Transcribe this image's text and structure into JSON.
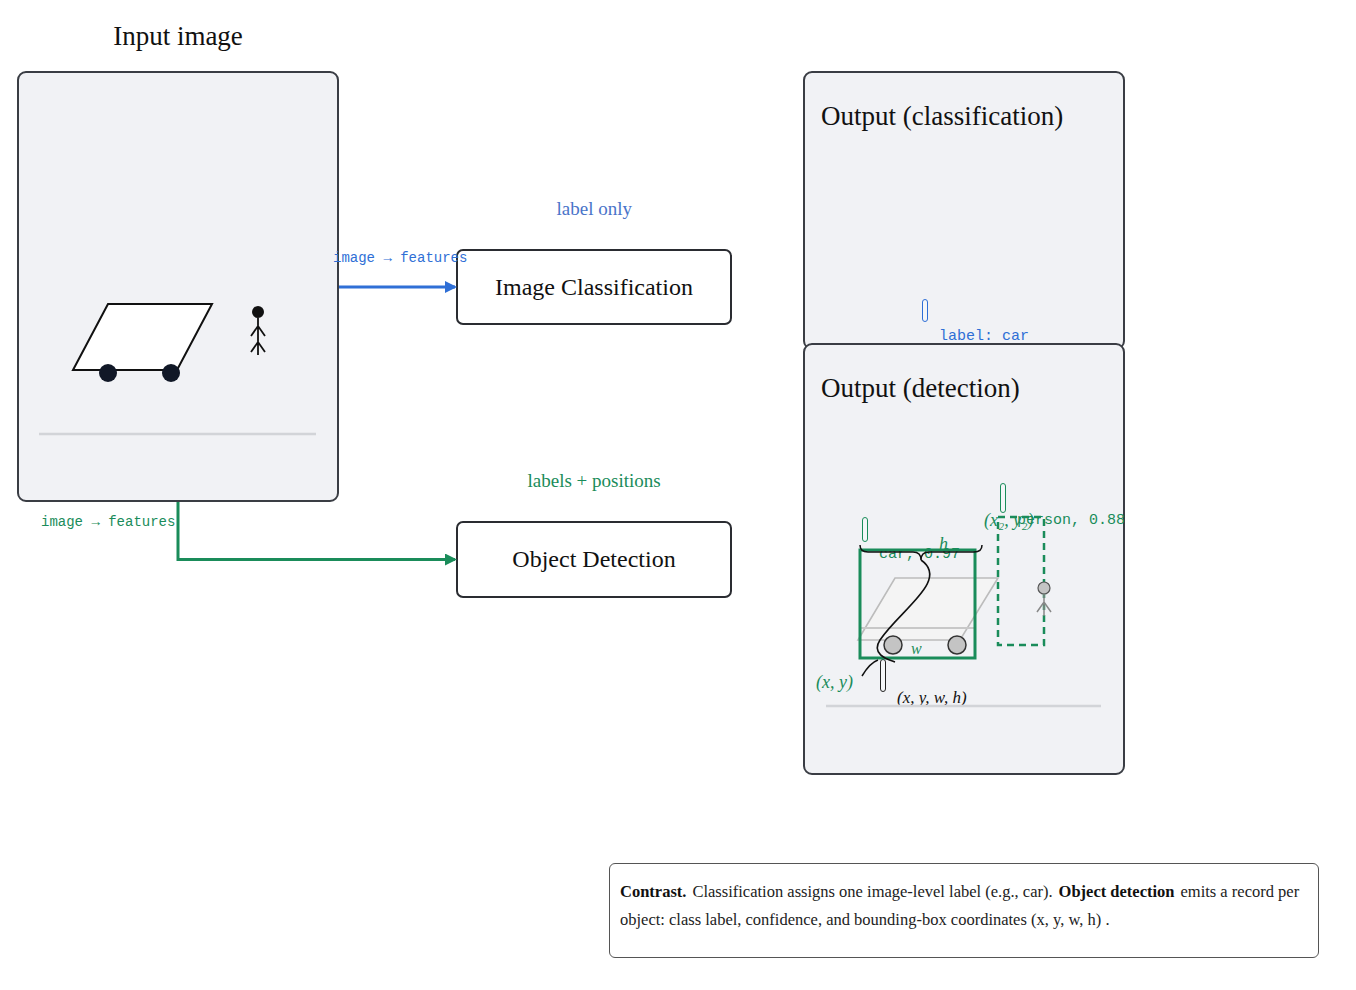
{
  "diagram": {
    "caption": "",
    "nodes": [
      {
        "text": [
          "Input image"
        ]
      },
      {
        "text": [
          "Image Classification"
        ]
      },
      {
        "text": [
          "Object Detection"
        ]
      },
      {
        "text": [
          "Output (classification)"
        ]
      },
      {
        "text": [
          "label: car"
        ],
        "in": 3
      },
      {
        "text": [
          "Output (detection)"
        ]
      },
      {
        "text": [
          "car, 0.97"
        ],
        "in": 5
      },
      {
        "text": [
          "person, 0.88"
        ],
        "in": 5
      },
      {
        "text": [
          "(x, y, w, h)"
        ],
        "in": 5
      },
      {
        "text": [
          "Contrast.",
          "Classification assigns one image-level label (e.g., car).",
          "Object detection",
          "emits a record per object: class label, confidence, and bounding-box coordinates (x, y, w, h) ."
        ]
      }
    ],
    "edges": [
      {
        "from": 0,
        "to": 1,
        "arrow": "to",
        "label": "image → features"
      },
      {
        "from": 0,
        "to": 2,
        "arrow": "to",
        "label": "image → features"
      }
    ],
    "labels": [
      "label only",
      "labels + positions",
      "(x, y)",
      "(x₂, y₂)",
      "h",
      "w"
    ]
  }
}
